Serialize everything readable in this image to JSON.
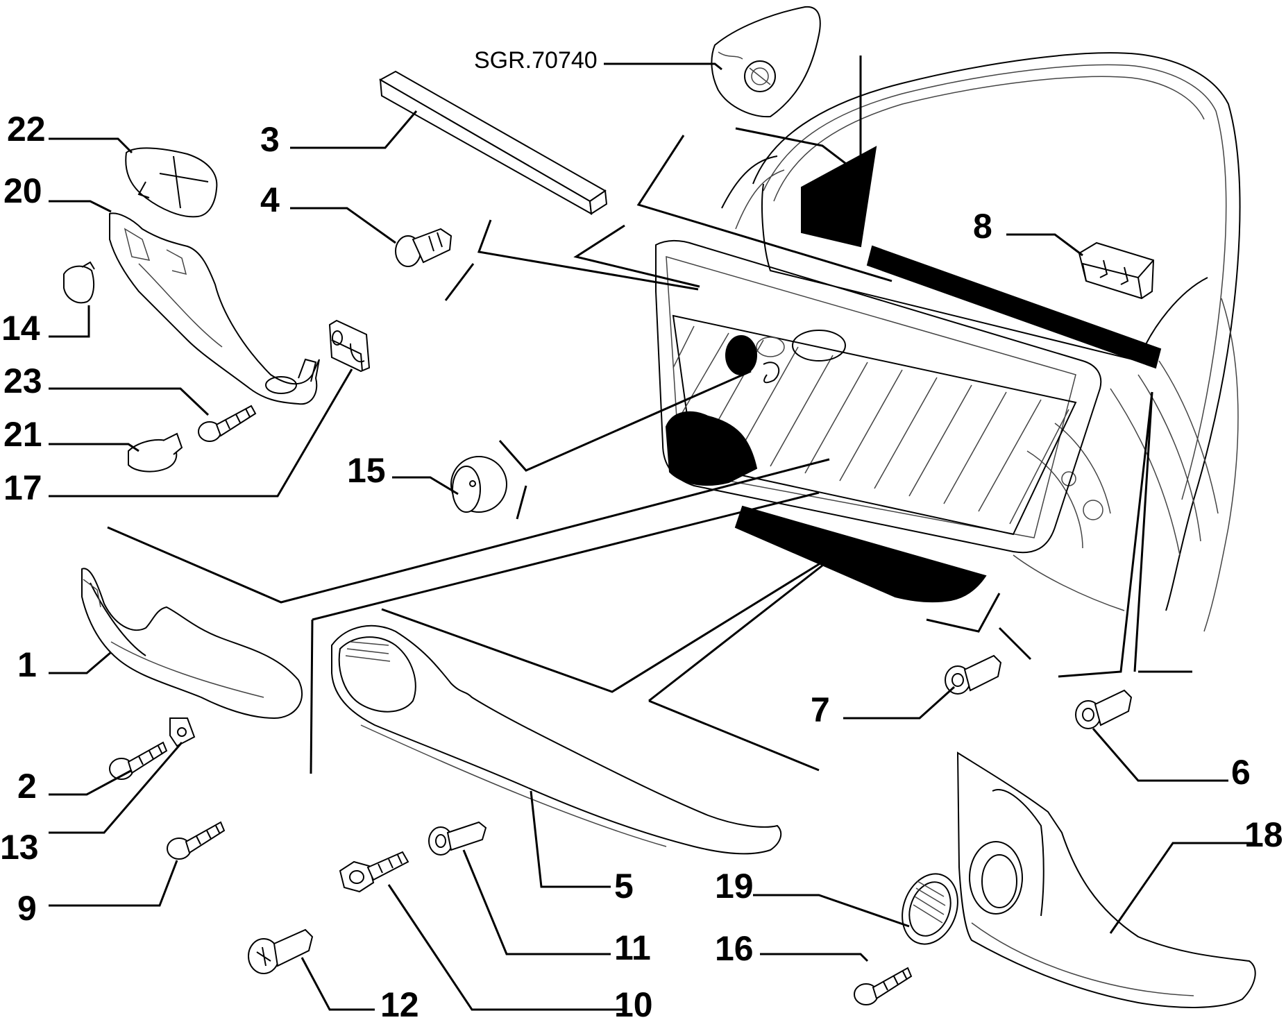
{
  "diagram": {
    "reference_code": "SGR.70740",
    "callouts": [
      {
        "id": "c1",
        "label": "1"
      },
      {
        "id": "c2",
        "label": "2"
      },
      {
        "id": "c3",
        "label": "3"
      },
      {
        "id": "c4",
        "label": "4"
      },
      {
        "id": "c5",
        "label": "5"
      },
      {
        "id": "c6",
        "label": "6"
      },
      {
        "id": "c7",
        "label": "7"
      },
      {
        "id": "c8",
        "label": "8"
      },
      {
        "id": "c9",
        "label": "9"
      },
      {
        "id": "c10",
        "label": "10"
      },
      {
        "id": "c11",
        "label": "11"
      },
      {
        "id": "c12",
        "label": "12"
      },
      {
        "id": "c13",
        "label": "13"
      },
      {
        "id": "c14",
        "label": "14"
      },
      {
        "id": "c15",
        "label": "15"
      },
      {
        "id": "c16",
        "label": "16"
      },
      {
        "id": "c17",
        "label": "17"
      },
      {
        "id": "c18",
        "label": "18"
      },
      {
        "id": "c19",
        "label": "19"
      },
      {
        "id": "c20",
        "label": "20"
      },
      {
        "id": "c21",
        "label": "21"
      },
      {
        "id": "c22",
        "label": "22"
      },
      {
        "id": "c23",
        "label": "23"
      }
    ]
  }
}
